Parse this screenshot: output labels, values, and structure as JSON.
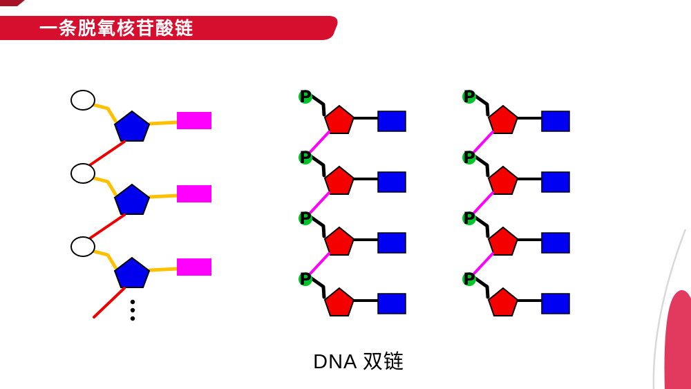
{
  "slide": {
    "background": "#ffffff",
    "header": {
      "title": "一条脱氧核苷酸链"
    },
    "caption": "DNA 双链",
    "phosphate_label": "P",
    "left_chain": {
      "unit_count": 3,
      "has_ellipsis_dots": true
    },
    "double_strand": {
      "strand_count": 2,
      "units_per_strand": 4
    },
    "colors": {
      "banner": "#d50f2d",
      "corner_accent": "#a81226",
      "corner_blob": "#e23a5f",
      "blob_shadow_line": "#d9d9d9",
      "title_text": "#ffffff",
      "caption_text": "#000000",
      "sugar_blue": "#0000ee",
      "sugar_red": "#f40000",
      "base_magenta": "#ff00ff",
      "base_blue": "#0000f2",
      "phosphate_green": "#00c42a",
      "bond_yellow": "#ffc000",
      "bond_red": "#ee0000",
      "bond_magenta": "#ff00ff",
      "bond_black": "#000000"
    }
  }
}
